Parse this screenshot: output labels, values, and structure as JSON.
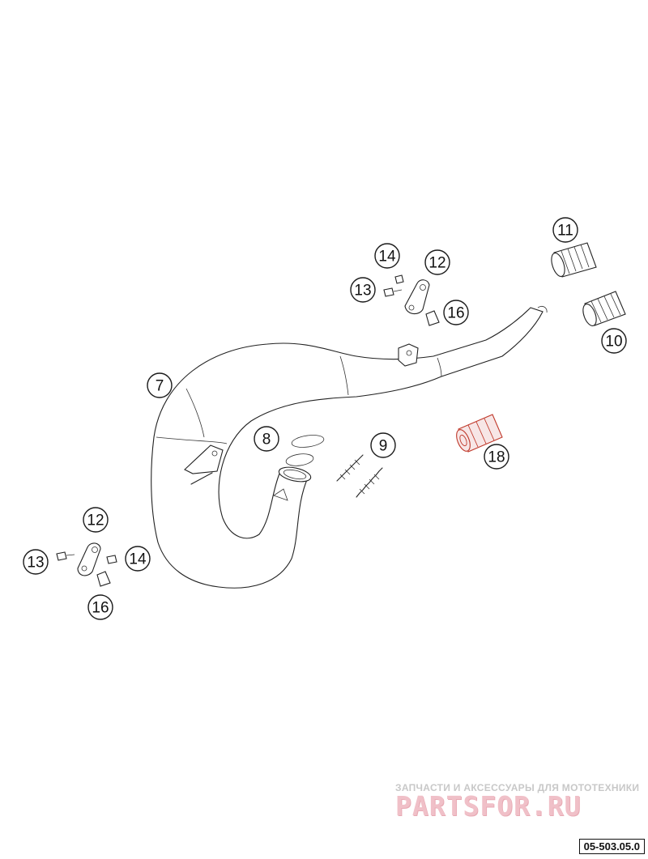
{
  "callouts": {
    "c7": "7",
    "c8": "8",
    "c9": "9",
    "c10": "10",
    "c11": "11",
    "c12_top": "12",
    "c13_top": "13",
    "c14_top": "14",
    "c16_top": "16",
    "c12_bottom": "12",
    "c13_bottom": "13",
    "c14_bottom": "14",
    "c16_bottom": "16",
    "c18": "18"
  },
  "highlight_part": "18",
  "colors": {
    "highlight": "#c0392b",
    "line": "#222222",
    "watermark": "#f0c0c8"
  },
  "watermark": {
    "caption": "ЗАПЧАСТИ И АКСЕССУАРЫ ДЛЯ МОТОТЕХНИКИ",
    "logo": "PARTSFOR.RU"
  },
  "diagram_code": "05-503.05.0"
}
